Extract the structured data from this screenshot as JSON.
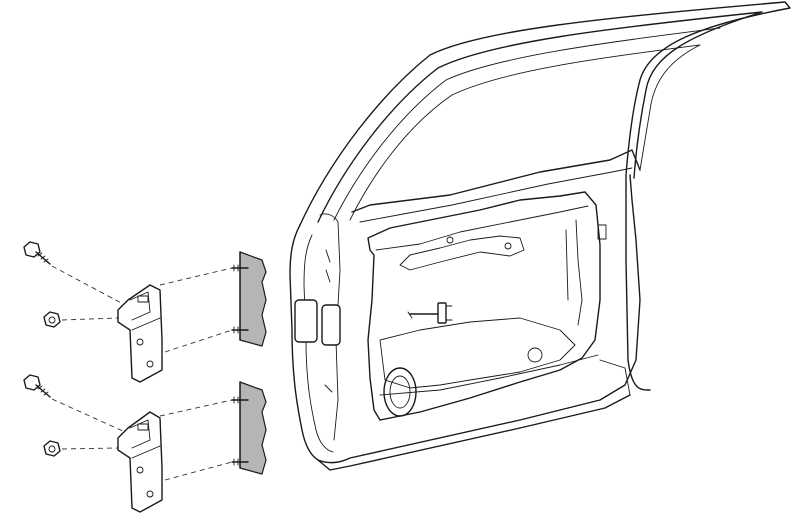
{
  "diagram": {
    "style": "line-art exploded view",
    "colors": {
      "background": "#ffffff",
      "line": "#1a1a1a",
      "shim_fill": "#b5b5b5"
    },
    "components": [
      {
        "name": "door-shell",
        "count": 1
      },
      {
        "name": "hinge",
        "count": 2
      },
      {
        "name": "bolt",
        "count": 2
      },
      {
        "name": "nut",
        "count": 2
      },
      {
        "name": "hinge-mount-plate",
        "count": 2
      },
      {
        "name": "door-check-strap",
        "count": 1
      },
      {
        "name": "speaker-opening",
        "count": 1
      }
    ]
  }
}
